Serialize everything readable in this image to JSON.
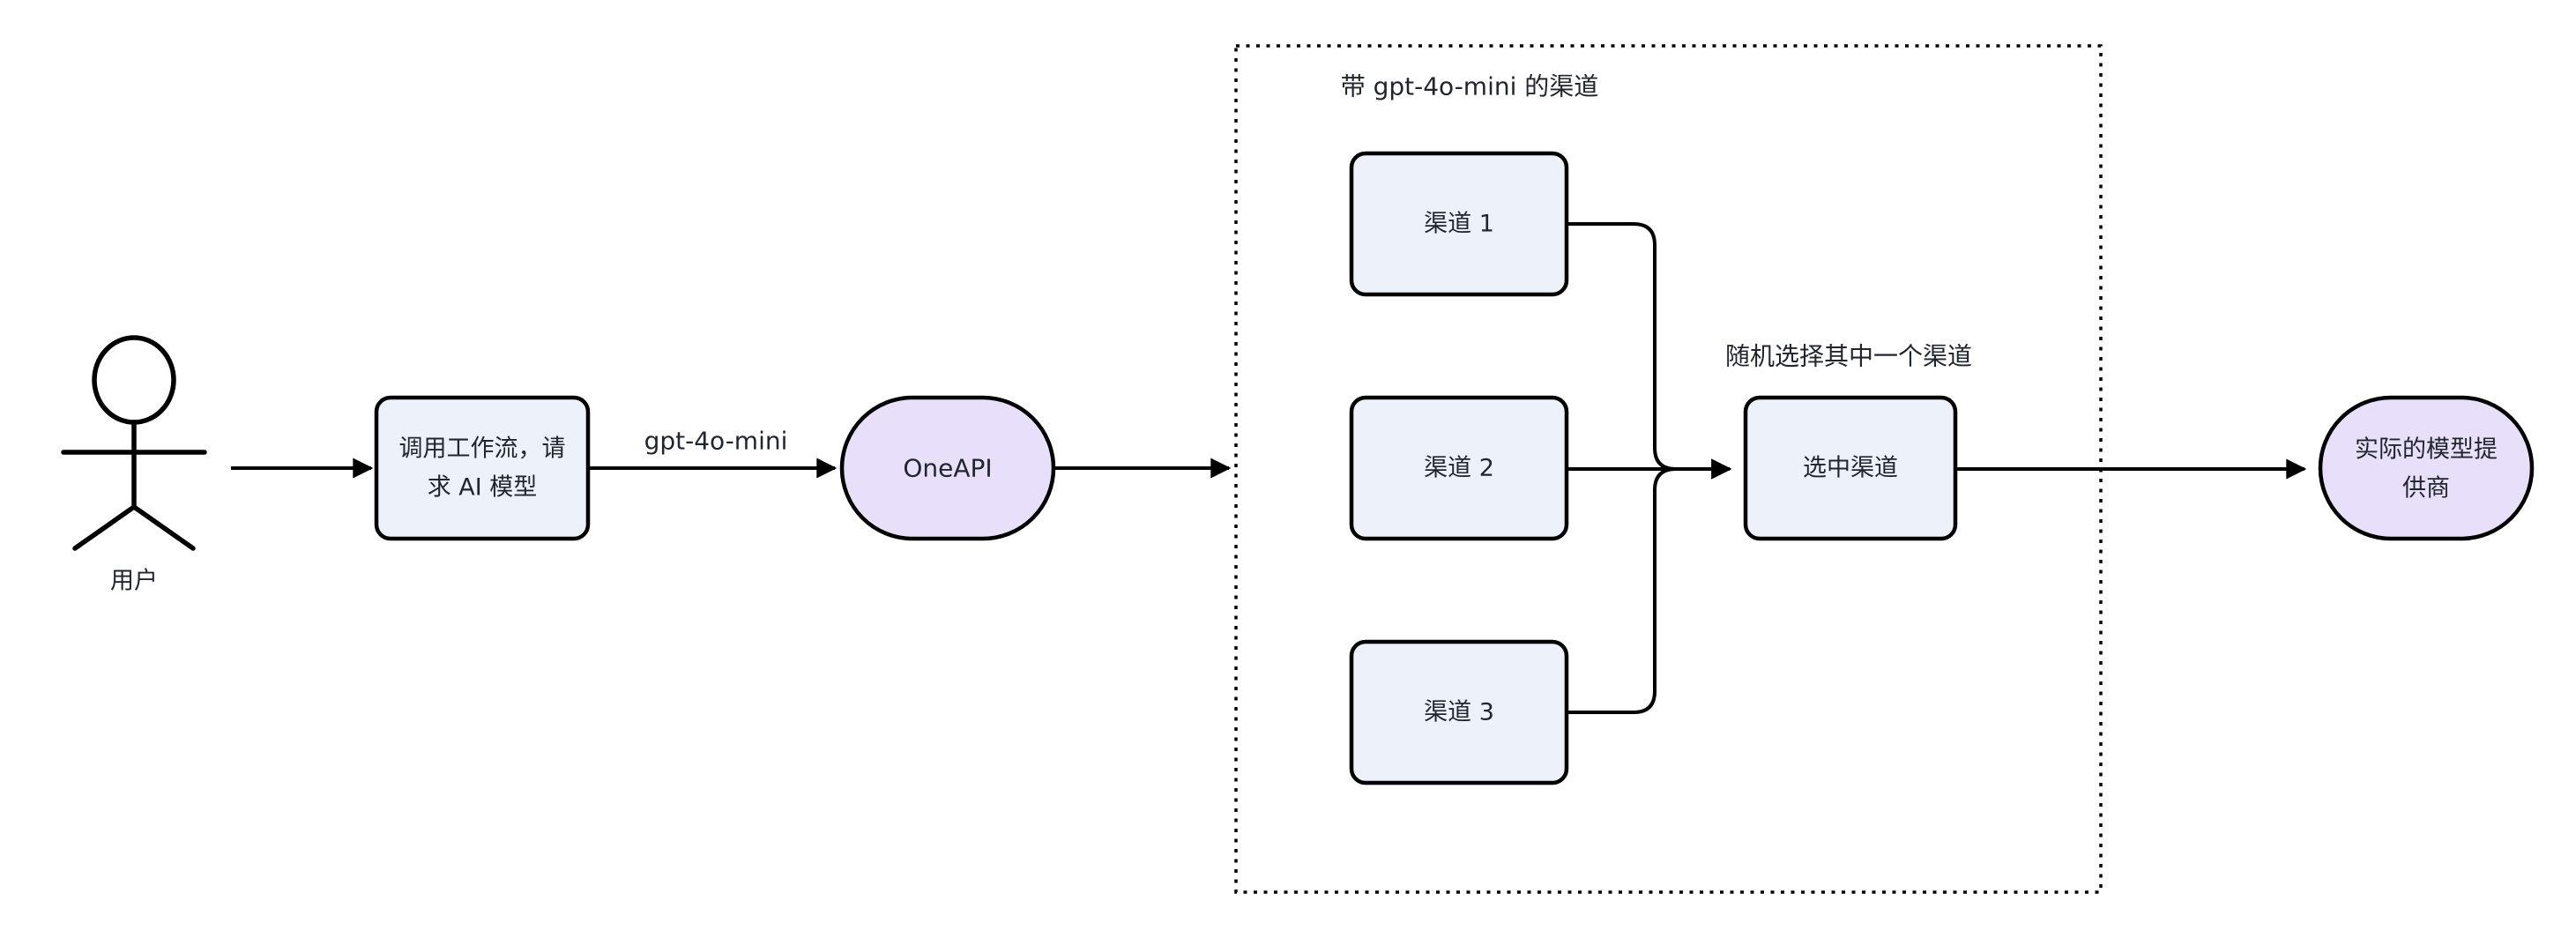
{
  "diagram": {
    "background_color": "#ffffff",
    "colors": {
      "node_fill_blue": "#EDF1FA",
      "node_fill_lavender": "#E8E0FA",
      "line_stroke": "#000000",
      "text_color": "#21262E"
    },
    "actor": {
      "label": "用户"
    },
    "nodes": {
      "workflow": {
        "line1": "调用工作流，请",
        "line2": "求 AI 模型"
      },
      "oneapi": {
        "label": "OneAPI"
      },
      "channel1": {
        "label": "渠道 1"
      },
      "channel2": {
        "label": "渠道 2"
      },
      "channel3": {
        "label": "渠道 3"
      },
      "selected": {
        "label": "选中渠道"
      },
      "provider": {
        "line1": "实际的模型提",
        "line2": "供商"
      }
    },
    "edges": {
      "model_label": "gpt-4o-mini",
      "random_label": "随机选择其中一个渠道"
    },
    "subgraph": {
      "title": "带 gpt-4o-mini 的渠道"
    }
  }
}
